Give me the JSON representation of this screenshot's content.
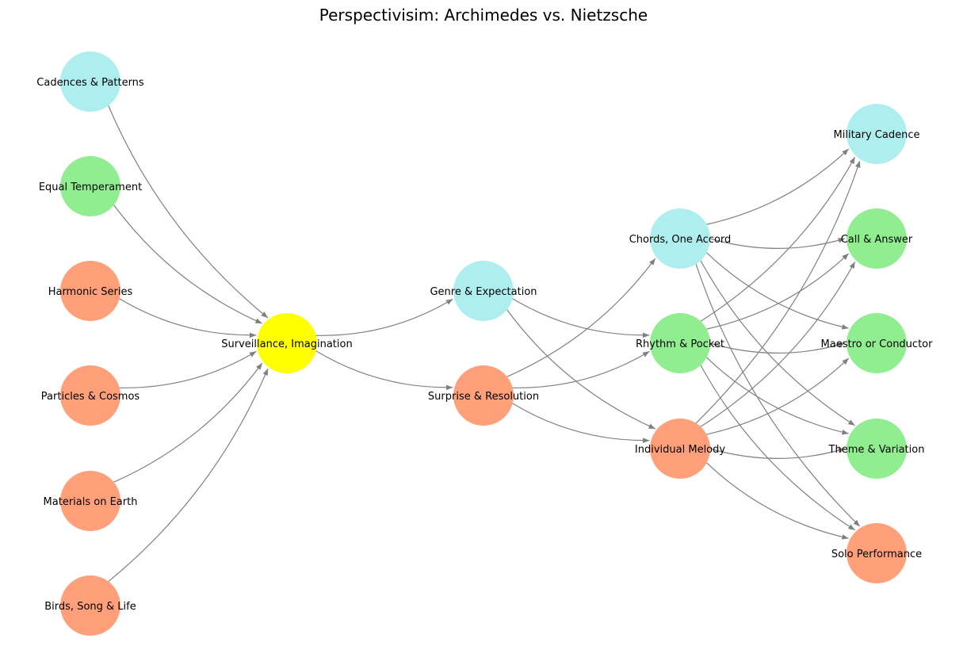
{
  "title": "Perspectivisim: Archimedes vs. Nietzsche",
  "colors": {
    "salmon": "#ffa07a",
    "green": "#90ee90",
    "cyan": "#afeeee",
    "yellow": "#ffff00",
    "edge": "#808080"
  },
  "nodes": [
    {
      "id": "cadences",
      "label": "Cadences & Patterns",
      "color": "cyan"
    },
    {
      "id": "equal",
      "label": "Equal Temperament",
      "color": "green"
    },
    {
      "id": "harmonic",
      "label": "Harmonic Series",
      "color": "salmon"
    },
    {
      "id": "particles",
      "label": "Particles & Cosmos",
      "color": "salmon"
    },
    {
      "id": "materials",
      "label": "Materials on Earth",
      "color": "salmon"
    },
    {
      "id": "birds",
      "label": "Birds, Song & Life",
      "color": "salmon"
    },
    {
      "id": "surveillance",
      "label": "Surveillance, Imagination",
      "color": "yellow"
    },
    {
      "id": "genre",
      "label": "Genre & Expectation",
      "color": "cyan"
    },
    {
      "id": "surprise",
      "label": "Surprise & Resolution",
      "color": "salmon"
    },
    {
      "id": "chords",
      "label": "Chords, One Accord",
      "color": "cyan"
    },
    {
      "id": "rhythm",
      "label": "Rhythm & Pocket",
      "color": "green"
    },
    {
      "id": "melody",
      "label": "Individual Melody",
      "color": "salmon"
    },
    {
      "id": "military",
      "label": "Military Cadence",
      "color": "cyan"
    },
    {
      "id": "call",
      "label": "Call & Answer",
      "color": "green"
    },
    {
      "id": "maestro",
      "label": "Maestro or Conductor",
      "color": "green"
    },
    {
      "id": "theme",
      "label": "Theme & Variation",
      "color": "green"
    },
    {
      "id": "solo",
      "label": "Solo Performance",
      "color": "salmon"
    }
  ],
  "edges": [
    [
      "cadences",
      "surveillance"
    ],
    [
      "equal",
      "surveillance"
    ],
    [
      "harmonic",
      "surveillance"
    ],
    [
      "particles",
      "surveillance"
    ],
    [
      "materials",
      "surveillance"
    ],
    [
      "birds",
      "surveillance"
    ],
    [
      "surveillance",
      "genre"
    ],
    [
      "surveillance",
      "surprise"
    ],
    [
      "genre",
      "rhythm"
    ],
    [
      "genre",
      "melody"
    ],
    [
      "surprise",
      "chords"
    ],
    [
      "surprise",
      "rhythm"
    ],
    [
      "surprise",
      "melody"
    ],
    [
      "chords",
      "military"
    ],
    [
      "chords",
      "call"
    ],
    [
      "chords",
      "maestro"
    ],
    [
      "chords",
      "theme"
    ],
    [
      "chords",
      "solo"
    ],
    [
      "rhythm",
      "military"
    ],
    [
      "rhythm",
      "call"
    ],
    [
      "rhythm",
      "maestro"
    ],
    [
      "rhythm",
      "theme"
    ],
    [
      "rhythm",
      "solo"
    ],
    [
      "melody",
      "military"
    ],
    [
      "melody",
      "call"
    ],
    [
      "melody",
      "maestro"
    ],
    [
      "melody",
      "theme"
    ],
    [
      "melody",
      "solo"
    ]
  ]
}
